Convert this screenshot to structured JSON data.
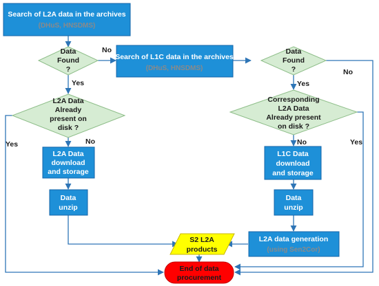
{
  "colors": {
    "process_fill": "#1e90d8",
    "process_stroke": "#1565a8",
    "decision_fill": "#d6ecd3",
    "decision_stroke": "#8dbd88",
    "io_fill": "#ffff00",
    "terminal_fill": "#ff0000",
    "subtext": "#8a8a8a",
    "arrow": "#2e75b6"
  },
  "nodes": {
    "search_l2a": {
      "line1": "Search of L2A data in the archives",
      "line2": "(DHuS, HNSDMS)"
    },
    "found_l2a": {
      "line1": "Data",
      "line2": "Found",
      "line3": "?"
    },
    "search_l1c": {
      "line1": "Search of L1C data in the archives",
      "line2": "(DHuS, HNSDMS)"
    },
    "found_l1c": {
      "line1": "Data",
      "line2": "Found",
      "line3": "?"
    },
    "l2a_on_disk": {
      "line1": "L2A Data",
      "line2": "Already",
      "line3": "present on",
      "line4": "disk ?"
    },
    "corr_l2a_on_disk": {
      "line1": "Corresponding",
      "line2": "L2A Data",
      "line3": "Already present",
      "line4": "on disk ?"
    },
    "l2a_download": {
      "line1": "L2A Data",
      "line2": "download",
      "line3": "and storage"
    },
    "l1c_download": {
      "line1": "L1C Data",
      "line2": "download",
      "line3": "and storage"
    },
    "l2a_unzip": {
      "line1": "Data",
      "line2": "unzip"
    },
    "l1c_unzip": {
      "line1": "Data",
      "line2": "unzip"
    },
    "l2a_generation": {
      "line1": "L2A data generation",
      "line2": "(using Sen2Cor)"
    },
    "s2_products": {
      "line1": "S2 L2A",
      "line2": "products"
    },
    "end": {
      "line1": "End of data",
      "line2": "procurement"
    }
  },
  "edge_labels": {
    "found_l2a_no": "No",
    "found_l2a_yes": "Yes",
    "l2a_disk_yes": "Yes",
    "l2a_disk_no": "No",
    "found_l1c_yes": "Yes",
    "found_l1c_no": "No",
    "corr_disk_no": "No",
    "corr_disk_yes": "Yes"
  }
}
